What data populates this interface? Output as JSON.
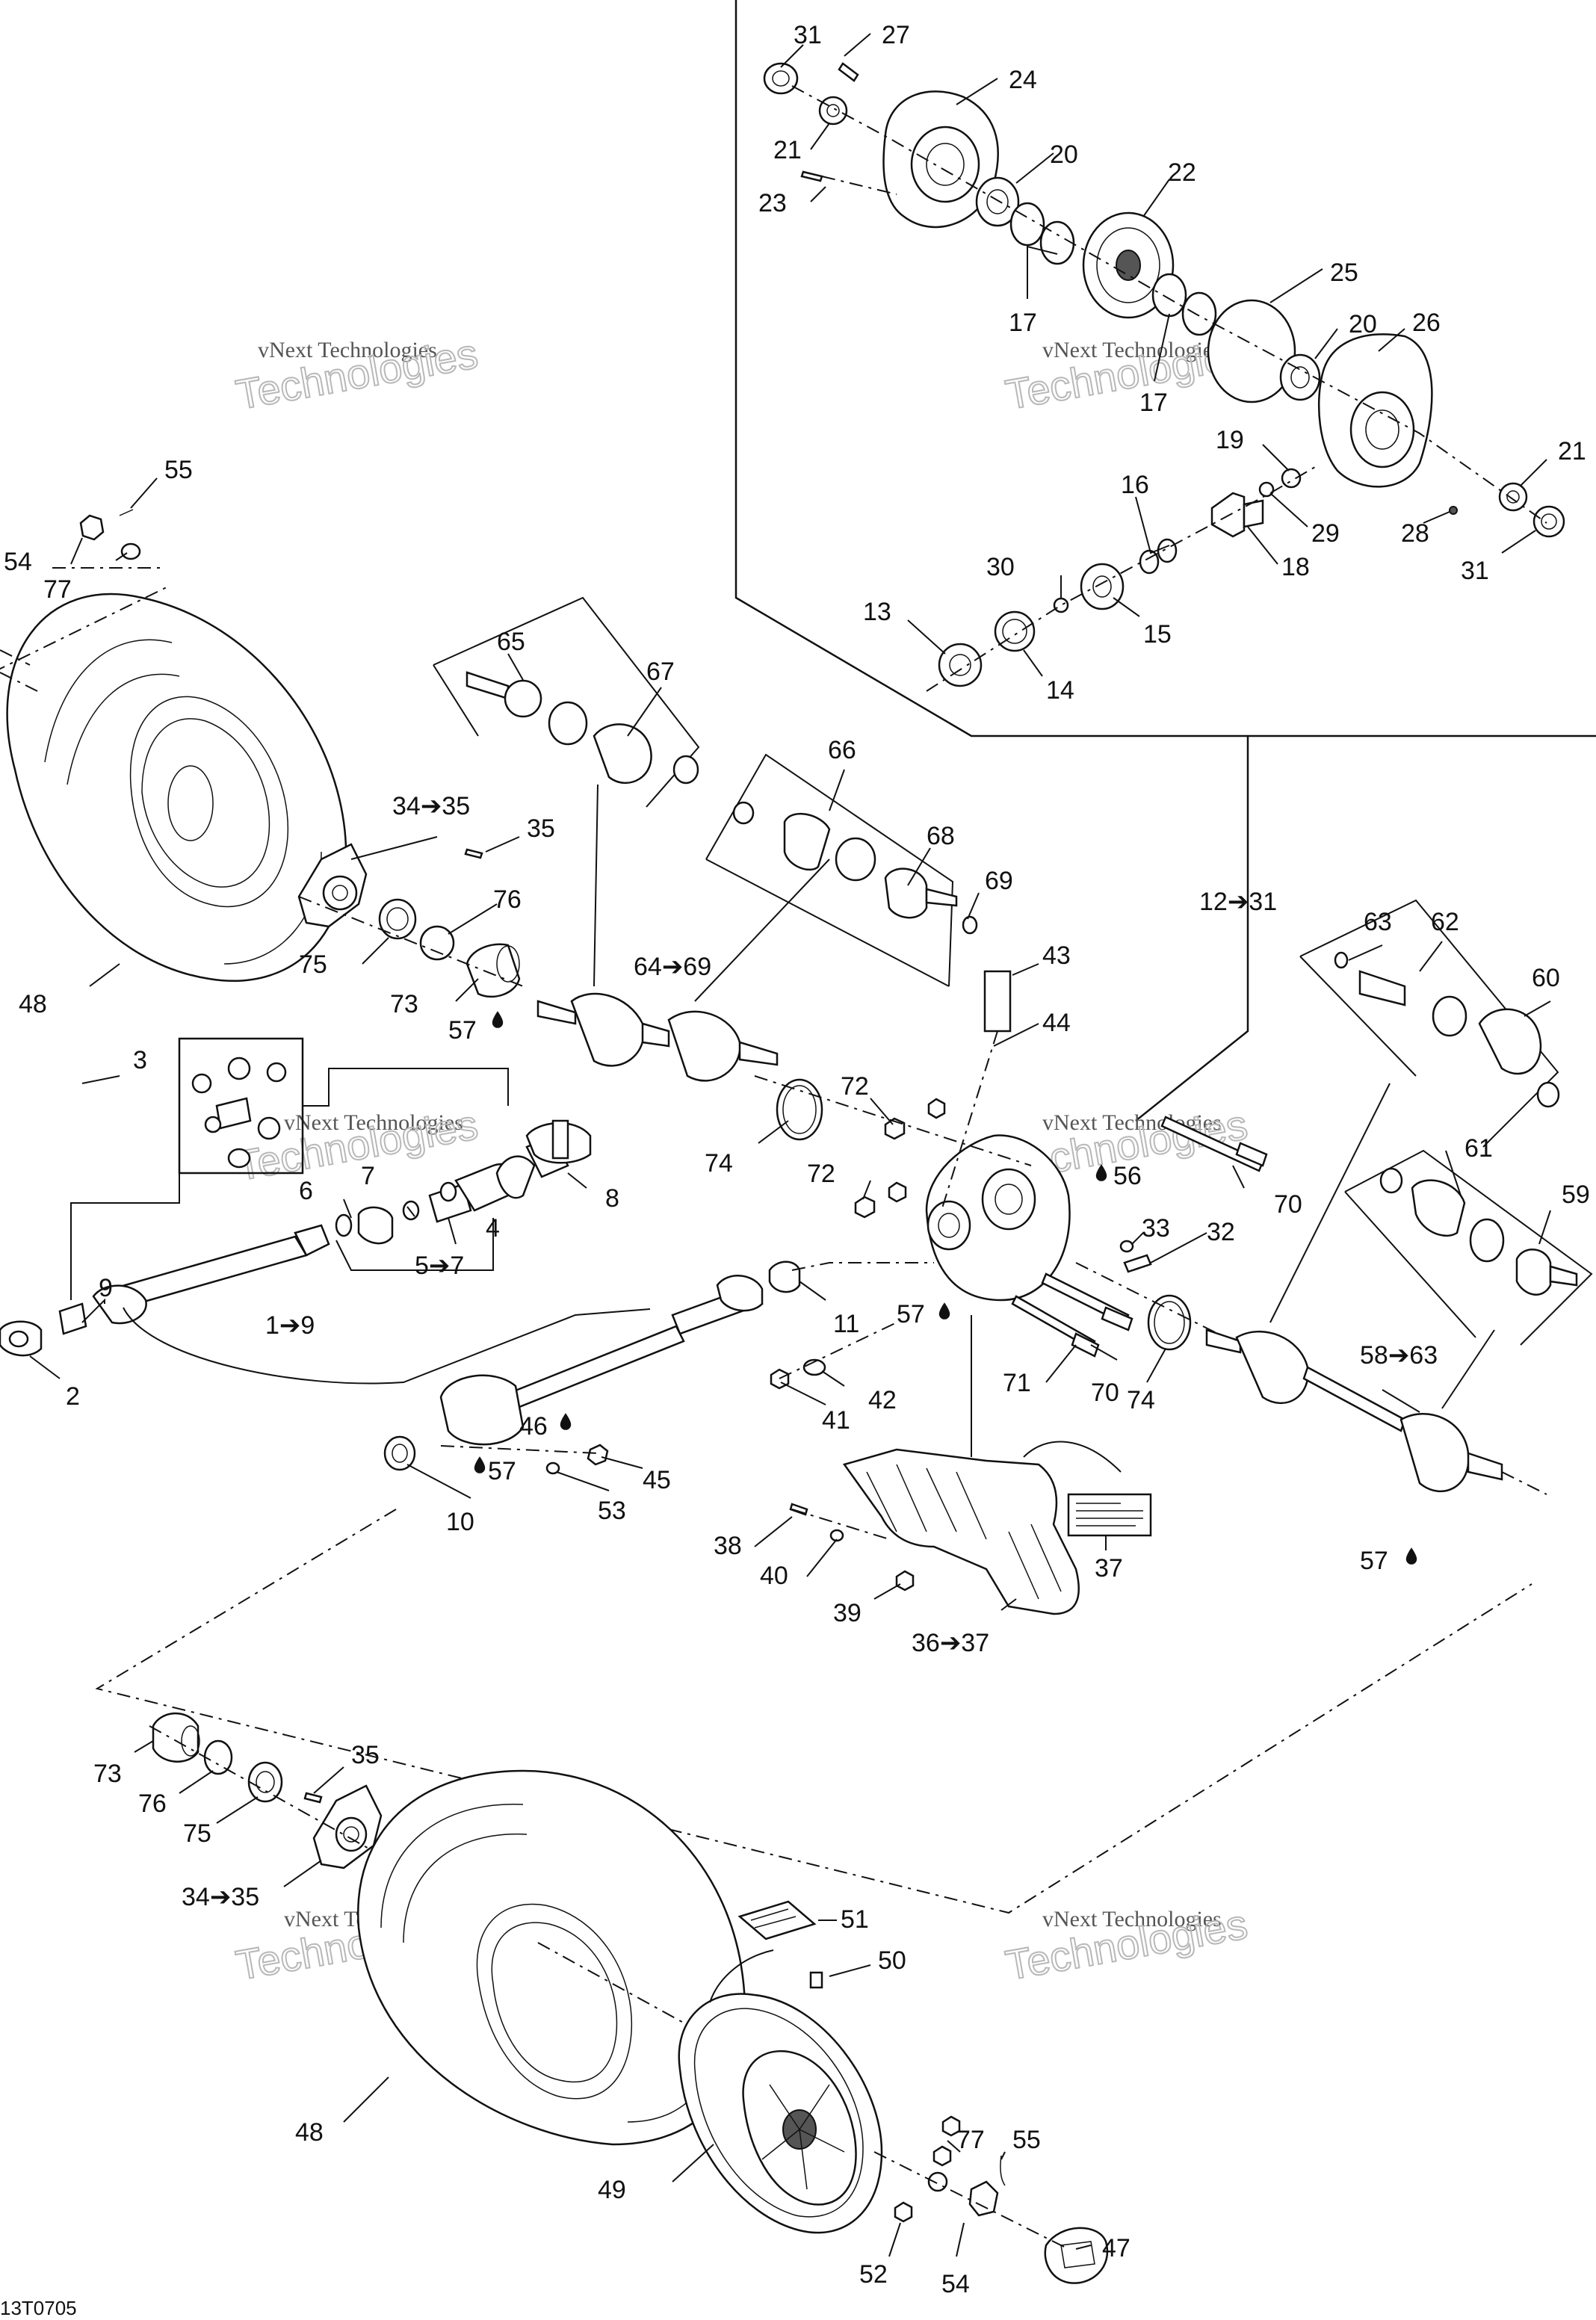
{
  "watermark": {
    "line1": "vNext Technologies",
    "line2": "Technologies"
  },
  "code": "13T0705",
  "labels": {
    "p1_9": "1➔9",
    "p2": "2",
    "p3": "3",
    "p4": "4",
    "p5_7": "5➔7",
    "p6": "6",
    "p7": "7",
    "p8": "8",
    "p9": "9",
    "p10": "10",
    "p11": "11",
    "p12_31": "12➔31",
    "p13": "13",
    "p14": "14",
    "p15": "15",
    "p16": "16",
    "p17a": "17",
    "p17b": "17",
    "p18": "18",
    "p19": "19",
    "p20a": "20",
    "p20b": "20",
    "p21a": "21",
    "p21b": "21",
    "p22": "22",
    "p23": "23",
    "p24": "24",
    "p25": "25",
    "p26": "26",
    "p27": "27",
    "p28": "28",
    "p29": "29",
    "p30": "30",
    "p31a": "31",
    "p31b": "31",
    "p32": "32",
    "p33": "33",
    "p34_35a": "34➔35",
    "p34_35b": "34➔35",
    "p35a": "35",
    "p35b": "35",
    "p36_37": "36➔37",
    "p37": "37",
    "p38": "38",
    "p39": "39",
    "p40": "40",
    "p41": "41",
    "p42": "42",
    "p43": "43",
    "p44": "44",
    "p45": "45",
    "p46": "46",
    "p47": "47",
    "p48a": "48",
    "p48b": "48",
    "p49": "49",
    "p50": "50",
    "p51": "51",
    "p52": "52",
    "p53": "53",
    "p54a": "54",
    "p54b": "54",
    "p55a": "55",
    "p55b": "55",
    "p56": "56",
    "p57a": "57",
    "p57b": "57",
    "p57c": "57",
    "p57d": "57",
    "p58_63": "58➔63",
    "p59": "59",
    "p60": "60",
    "p61": "61",
    "p62": "62",
    "p63": "63",
    "p64_69": "64➔69",
    "p65": "65",
    "p66": "66",
    "p67": "67",
    "p68": "68",
    "p69": "69",
    "p70a": "70",
    "p70b": "70",
    "p71": "71",
    "p72a": "72",
    "p72b": "72",
    "p73a": "73",
    "p73b": "73",
    "p74a": "74",
    "p74b": "74",
    "p75a": "75",
    "p75b": "75",
    "p76a": "76",
    "p76b": "76",
    "p77a": "77",
    "p77b": "77"
  }
}
